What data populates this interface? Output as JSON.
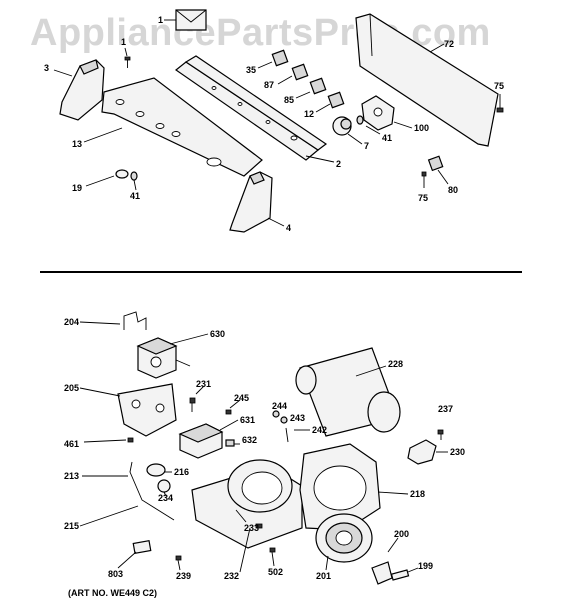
{
  "watermark": "AppliancePartsPros.com",
  "art_number": "(ART NO. WE449 C2)",
  "upper_labels": [
    {
      "id": "lbl-1a",
      "text": "1"
    },
    {
      "id": "lbl-1b",
      "text": "1"
    },
    {
      "id": "lbl-3",
      "text": "3"
    },
    {
      "id": "lbl-72",
      "text": "72"
    },
    {
      "id": "lbl-35",
      "text": "35"
    },
    {
      "id": "lbl-87",
      "text": "87"
    },
    {
      "id": "lbl-85",
      "text": "85"
    },
    {
      "id": "lbl-12",
      "text": "12"
    },
    {
      "id": "lbl-75a",
      "text": "75"
    },
    {
      "id": "lbl-13",
      "text": "13"
    },
    {
      "id": "lbl-100",
      "text": "100"
    },
    {
      "id": "lbl-41a",
      "text": "41"
    },
    {
      "id": "lbl-7",
      "text": "7"
    },
    {
      "id": "lbl-2",
      "text": "2"
    },
    {
      "id": "lbl-19",
      "text": "19"
    },
    {
      "id": "lbl-41b",
      "text": "41"
    },
    {
      "id": "lbl-80",
      "text": "80"
    },
    {
      "id": "lbl-75b",
      "text": "75"
    },
    {
      "id": "lbl-4",
      "text": "4"
    }
  ],
  "lower_labels": [
    {
      "id": "lbl-204",
      "text": "204"
    },
    {
      "id": "lbl-630",
      "text": "630"
    },
    {
      "id": "lbl-228",
      "text": "228"
    },
    {
      "id": "lbl-205",
      "text": "205"
    },
    {
      "id": "lbl-231",
      "text": "231"
    },
    {
      "id": "lbl-245",
      "text": "245"
    },
    {
      "id": "lbl-244",
      "text": "244"
    },
    {
      "id": "lbl-243",
      "text": "243"
    },
    {
      "id": "lbl-237",
      "text": "237"
    },
    {
      "id": "lbl-631",
      "text": "631"
    },
    {
      "id": "lbl-242",
      "text": "242"
    },
    {
      "id": "lbl-461",
      "text": "461"
    },
    {
      "id": "lbl-632",
      "text": "632"
    },
    {
      "id": "lbl-230",
      "text": "230"
    },
    {
      "id": "lbl-213",
      "text": "213"
    },
    {
      "id": "lbl-216",
      "text": "216"
    },
    {
      "id": "lbl-234",
      "text": "234"
    },
    {
      "id": "lbl-218",
      "text": "218"
    },
    {
      "id": "lbl-215",
      "text": "215"
    },
    {
      "id": "lbl-233",
      "text": "233"
    },
    {
      "id": "lbl-200",
      "text": "200"
    },
    {
      "id": "lbl-803",
      "text": "803"
    },
    {
      "id": "lbl-239",
      "text": "239"
    },
    {
      "id": "lbl-232",
      "text": "232"
    },
    {
      "id": "lbl-502",
      "text": "502"
    },
    {
      "id": "lbl-201",
      "text": "201"
    },
    {
      "id": "lbl-199",
      "text": "199"
    }
  ]
}
